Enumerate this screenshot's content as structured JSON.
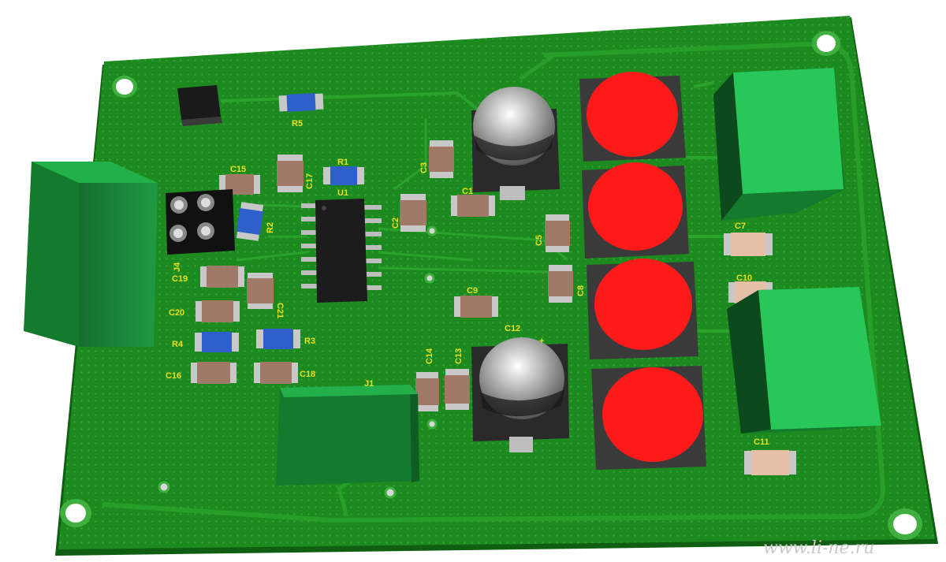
{
  "watermark": "www.li-ne.ru",
  "colors": {
    "board": "#1d8a1f",
    "board_edge": "#0f5e12",
    "trace": "#2aa32c",
    "silk": "#e8e020",
    "inductor_cap": "#ff1a1a",
    "connector": "#1c9a3f",
    "connector_top": "#27c75a",
    "resistor": "#2f5fc8",
    "capacitor": "#a07a66"
  },
  "labels": {
    "r5": "R5",
    "r1": "R1",
    "u1": "U1",
    "r2": "R2",
    "r3": "R3",
    "r4": "R4",
    "c1": "C1",
    "c2": "C2",
    "c3": "C3",
    "c5": "C5",
    "c7": "C7",
    "c8": "C8",
    "c9": "C9",
    "c10": "C10",
    "c11": "C11",
    "c12": "C12",
    "c13": "C13",
    "c14": "C14",
    "c15": "C15",
    "c16": "C16",
    "c17": "C17",
    "c18": "C18",
    "c19": "C19",
    "c20": "C20",
    "c21": "C21",
    "j1": "J1",
    "j4": "J4",
    "plus": "+"
  }
}
